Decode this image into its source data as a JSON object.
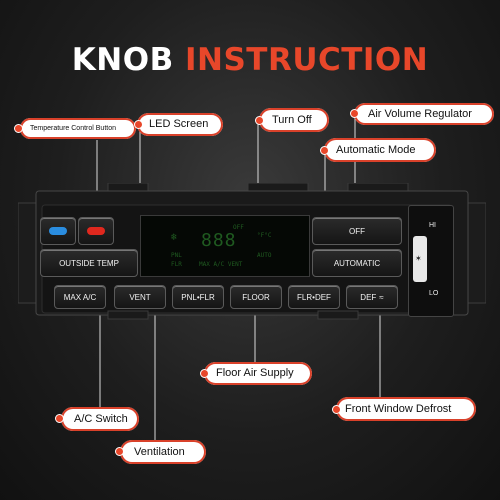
{
  "title": {
    "part1": "KNOB",
    "part2": "INSTRUCTION"
  },
  "colors": {
    "accent": "#e8472a",
    "lcd_green": "#2f7a2f",
    "panel": "#1b1b1b"
  },
  "callouts": {
    "temp_control": "Temperature Control Button",
    "led_screen": "LED Screen",
    "turn_off": "Turn Off",
    "air_volume": "Air Volume Regulator",
    "automatic_mode": "Automatic Mode",
    "floor_air": "Floor Air Supply",
    "ac_switch": "A/C Switch",
    "front_defrost": "Front Window Defrost",
    "ventilation": "Ventilation"
  },
  "panel": {
    "outside_temp": "OUTSIDE TEMP",
    "off": "OFF",
    "automatic": "AUTOMATIC",
    "max_ac": "MAX A/C",
    "vent": "VENT",
    "pnl_flr": "PNL•FLR",
    "floor": "FLOOR",
    "flr_def": "FLR•DEF",
    "def": "DEF",
    "hi": "HI",
    "lo": "LO",
    "lcd_digits": "888",
    "lcd_small1": "PNL",
    "lcd_small2": "FLR",
    "lcd_mode": "MAX A/C VENT",
    "lcd_auto": "AUTO",
    "lcd_temp_unit": "°F°C",
    "lcd_top": "OFF"
  }
}
